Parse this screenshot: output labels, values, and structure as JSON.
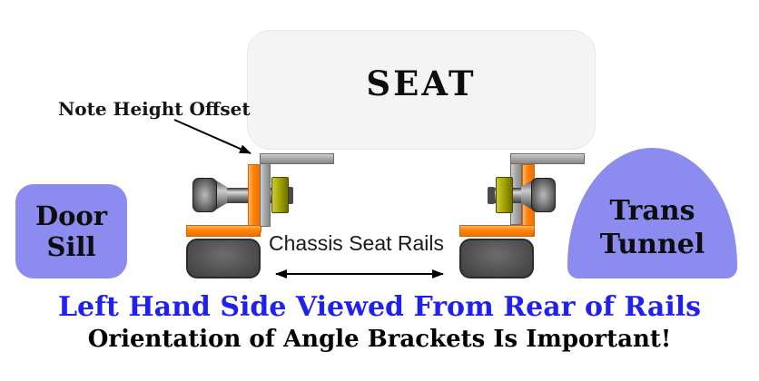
{
  "seat": {
    "label": "SEAT"
  },
  "door_sill": {
    "line1": "Door",
    "line2": "Sill"
  },
  "trans_tunnel": {
    "line1": "Trans",
    "line2": "Tunnel"
  },
  "annotations": {
    "note_height_offset": "Note Height Offset",
    "chassis_seat_rails": "Chassis Seat Rails"
  },
  "captions": {
    "title": "Left Hand Side Viewed From Rear of Rails",
    "subtitle": "Orientation of Angle Brackets Is Important!"
  },
  "colors": {
    "label_fill": "#8c8cf0",
    "seat_fill": "#f4f4f4",
    "title_blue": "#2121ee",
    "subtitle_black": "#000000",
    "bracket_orange": "#ff8200",
    "seat_bracket_gray": "#a9a9a9",
    "nut_olive": "#a8a800",
    "bolt_gray": "#8f8f8f",
    "rail_dark_gray": "#4d4d4d",
    "arrow_black": "#000000"
  }
}
